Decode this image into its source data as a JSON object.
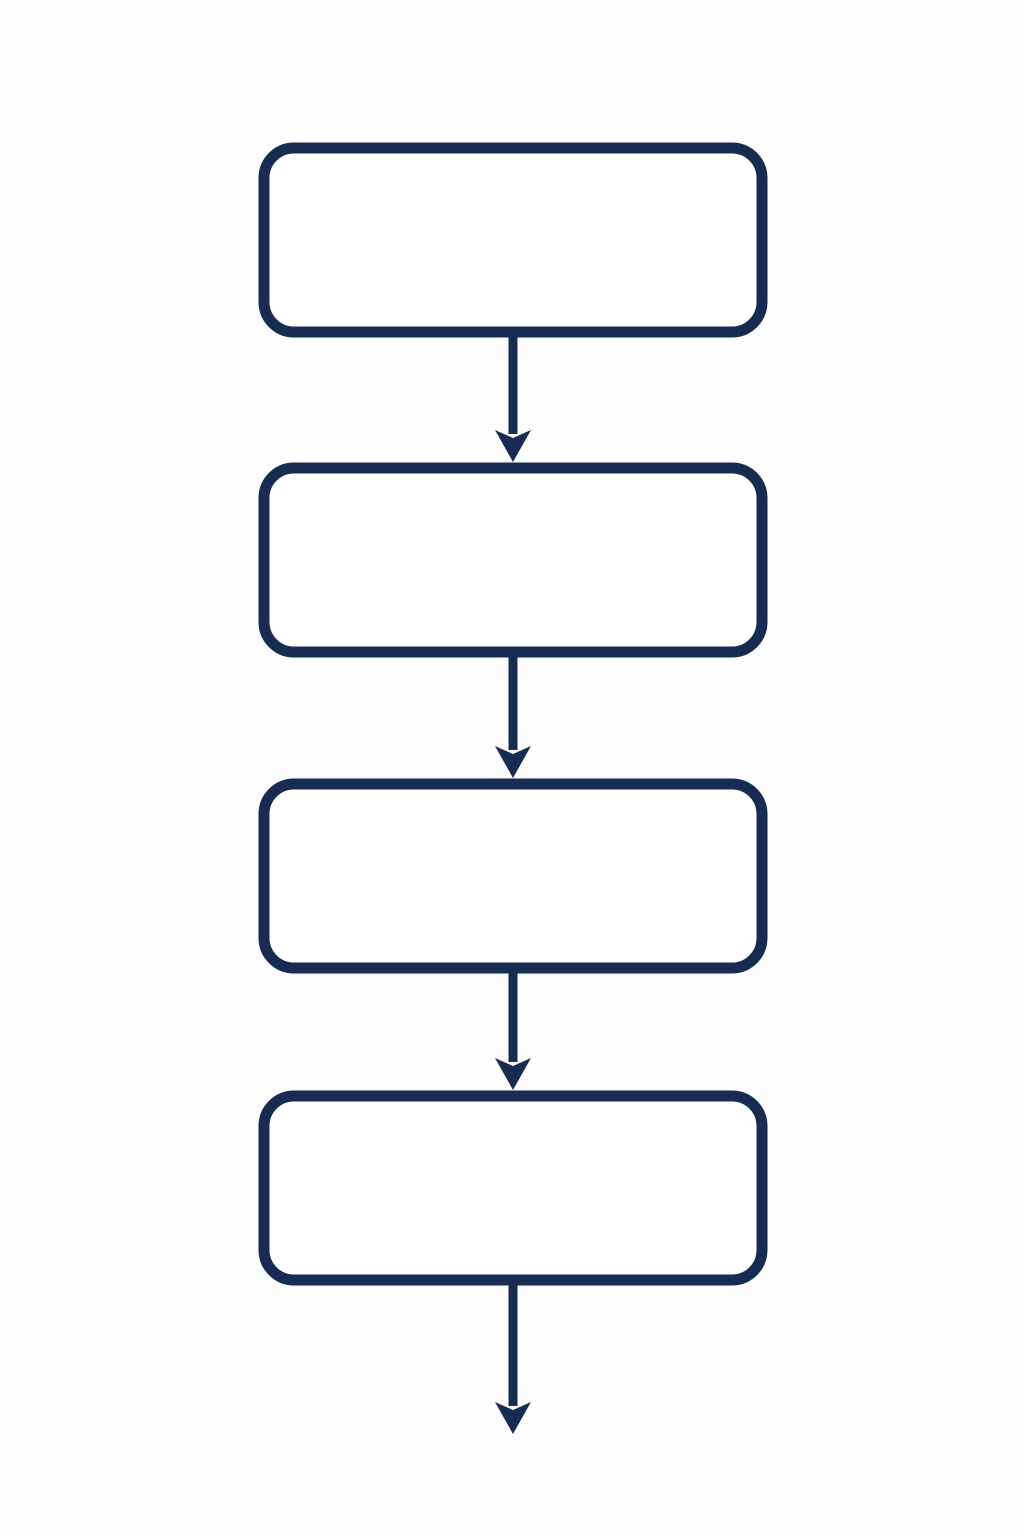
{
  "diagram": {
    "type": "flowchart",
    "direction": "top-to-bottom",
    "nodes": [
      {
        "id": "step-1",
        "label": ""
      },
      {
        "id": "step-2",
        "label": ""
      },
      {
        "id": "step-3",
        "label": ""
      },
      {
        "id": "step-4",
        "label": ""
      }
    ],
    "edges": [
      {
        "from": "step-1",
        "to": "step-2"
      },
      {
        "from": "step-2",
        "to": "step-3"
      },
      {
        "from": "step-3",
        "to": "step-4"
      },
      {
        "from": "step-4",
        "to": null
      }
    ]
  },
  "colors": {
    "stroke": "#182b52",
    "fill": "#ffffff",
    "background": "#fcfcfc"
  }
}
